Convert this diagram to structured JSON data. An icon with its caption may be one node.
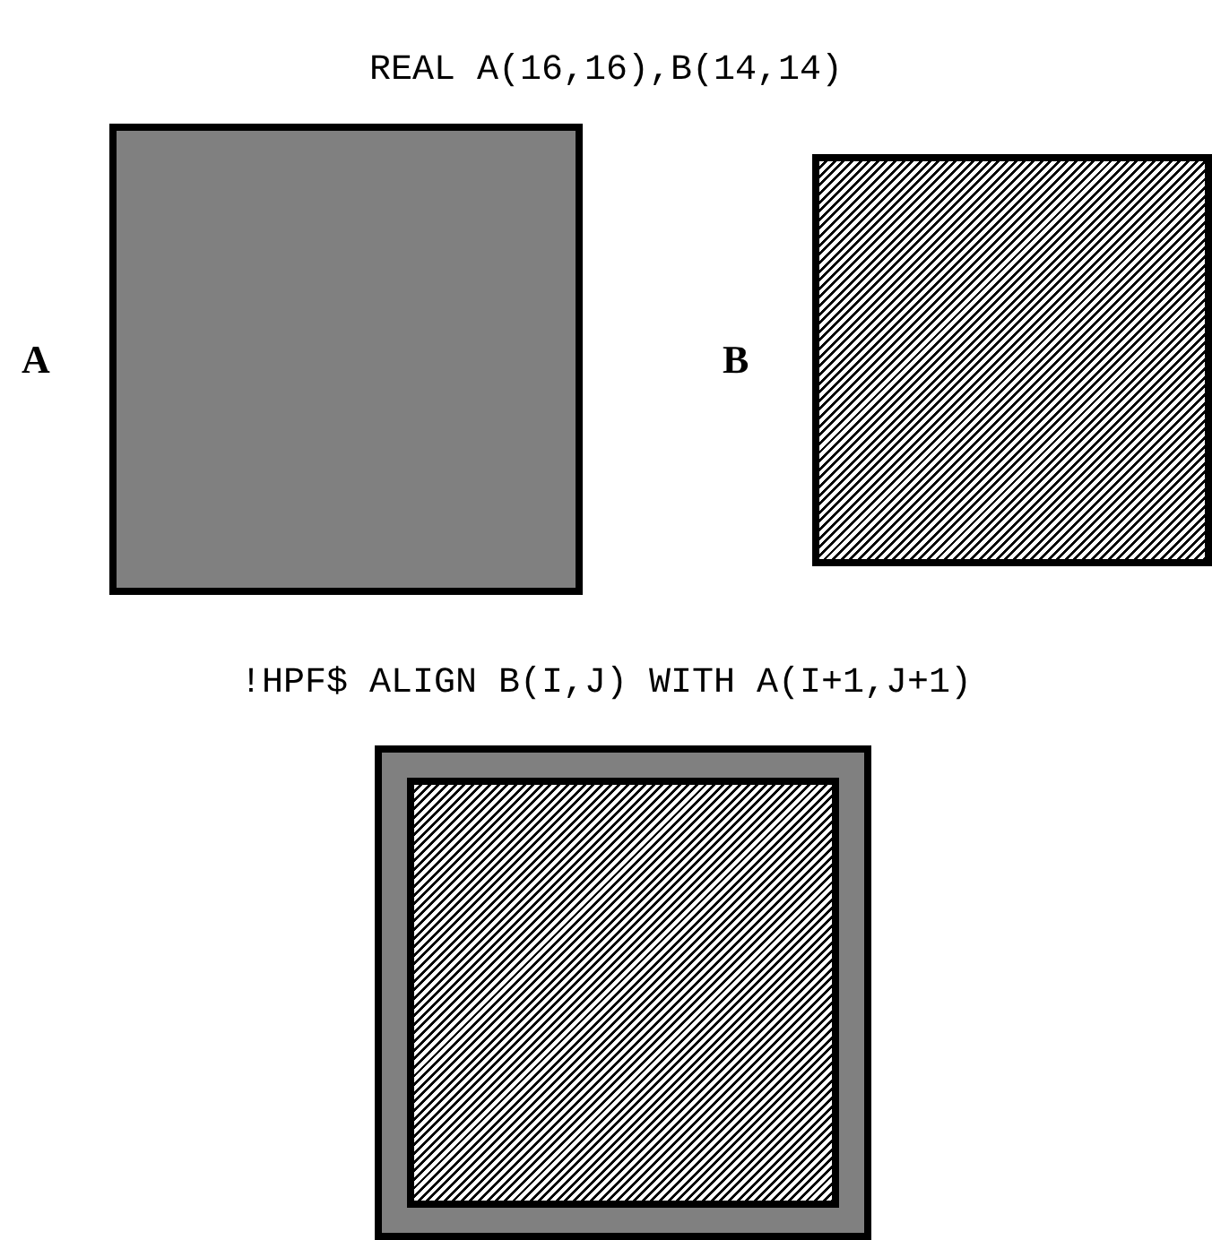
{
  "diagram": {
    "nodes": [
      {
        "text": [
          "A"
        ]
      },
      {
        "text": [
          "B"
        ]
      },
      {
        "text": [],
        "shape": "box"
      },
      {
        "text": [],
        "shape": "box",
        "in": 2
      }
    ],
    "labels": [
      "REAL A(16,16),B(14,14)",
      "!HPF$ ALIGN B(I,J) WITH A(I+1,J+1)"
    ]
  }
}
